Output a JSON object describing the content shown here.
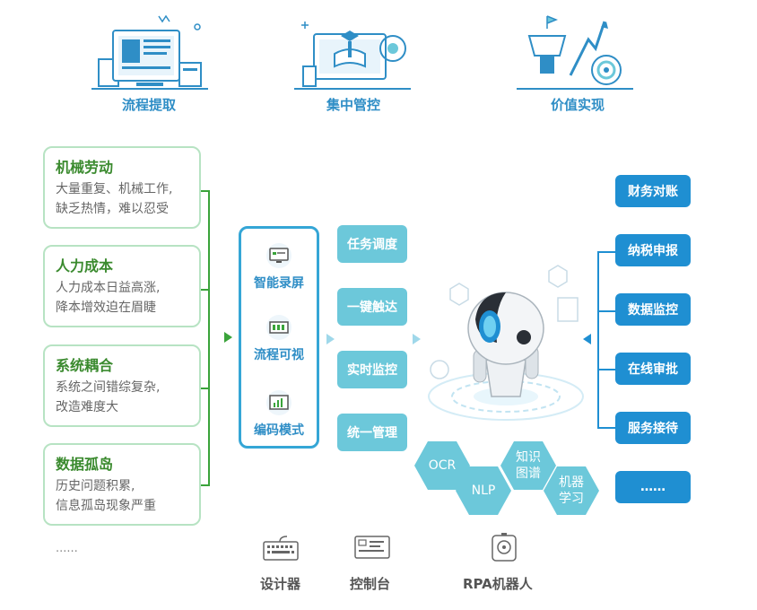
{
  "top_stages": [
    {
      "label": "流程提取",
      "icon": "document-screen-icon"
    },
    {
      "label": "集中管控",
      "icon": "monitor-graduation-icon"
    },
    {
      "label": "价值实现",
      "icon": "trophy-target-icon"
    }
  ],
  "pain_points": [
    {
      "title": "机械劳动",
      "line1": "大量重复、机械工作,",
      "line2": "缺乏热情，难以忍受"
    },
    {
      "title": "人力成本",
      "line1": "人力成本日益高涨,",
      "line2": "降本增效迫在眉睫"
    },
    {
      "title": "系统耦合",
      "line1": "系统之间错综复杂,",
      "line2": "改造难度大"
    },
    {
      "title": "数据孤岛",
      "line1": "历史问题积累,",
      "line2": "信息孤岛现象严重"
    }
  ],
  "pain_more": "......",
  "tools": [
    {
      "label": "智能录屏",
      "icon": "screen-record-icon"
    },
    {
      "label": "流程可视",
      "icon": "flow-visual-icon"
    },
    {
      "label": "编码模式",
      "icon": "code-chart-icon"
    }
  ],
  "functions": [
    "任务调度",
    "一键触达",
    "实时监控",
    "统一管理"
  ],
  "capabilities": [
    {
      "line1": "OCR",
      "line2": ""
    },
    {
      "line1": "NLP",
      "line2": ""
    },
    {
      "line1": "知识",
      "line2": "图谱"
    },
    {
      "line1": "机器",
      "line2": "学习"
    }
  ],
  "tasks": [
    "财务对账",
    "纳税申报",
    "数据监控",
    "在线审批",
    "服务接待",
    "……"
  ],
  "bottom_components": [
    {
      "label": "设计器",
      "icon": "keyboard-icon"
    },
    {
      "label": "控制台",
      "icon": "console-icon"
    },
    {
      "label": "RPA机器人",
      "icon": "robot-device-icon"
    }
  ],
  "colors": {
    "green_border": "#b7e3c3",
    "green_title": "#3a8a2e",
    "blue_dark": "#1f8fd2",
    "blue_light": "#6cc8da",
    "blue_text": "#2f8ec6"
  }
}
